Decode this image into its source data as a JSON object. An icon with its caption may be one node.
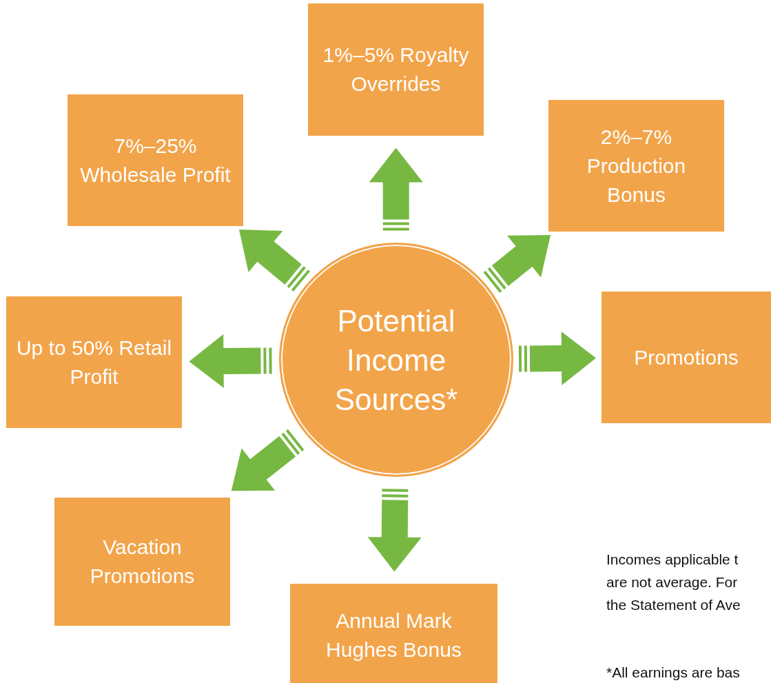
{
  "diagram": {
    "nodes": [
      {
        "text": [
          "1%–5% Royalty Overrides"
        ]
      },
      {
        "text": [
          "7%–25% Wholesale Profit"
        ]
      },
      {
        "text": [
          "2%–7% Production Bonus"
        ]
      },
      {
        "text": [
          "Up to 50% Retail Profit"
        ]
      },
      {
        "text": [
          "Potential Income Sources*"
        ]
      },
      {
        "text": [
          "Promotions"
        ]
      },
      {
        "text": [
          "Vacation Promotions"
        ]
      },
      {
        "text": [
          "Annual Mark Hughes Bonus"
        ]
      }
    ],
    "edges": [
      {
        "from": 4,
        "to": 0,
        "arrow": "to",
        "style": "thick"
      },
      {
        "from": 4,
        "to": 2,
        "arrow": "to",
        "style": "thick"
      },
      {
        "from": 4,
        "to": 5,
        "arrow": "to",
        "style": "thick"
      },
      {
        "from": 4,
        "to": 7,
        "arrow": "to",
        "style": "thick"
      },
      {
        "from": 4,
        "to": 6,
        "arrow": "to",
        "style": "thick"
      },
      {
        "from": 4,
        "to": 3,
        "arrow": "to",
        "style": "thick"
      },
      {
        "from": 4,
        "to": 1,
        "arrow": "to",
        "style": "thick"
      }
    ],
    "labels": [
      "Incomes applicable t",
      "are not average. For",
      "the Statement of Ave",
      "*All earnings are bas"
    ]
  }
}
